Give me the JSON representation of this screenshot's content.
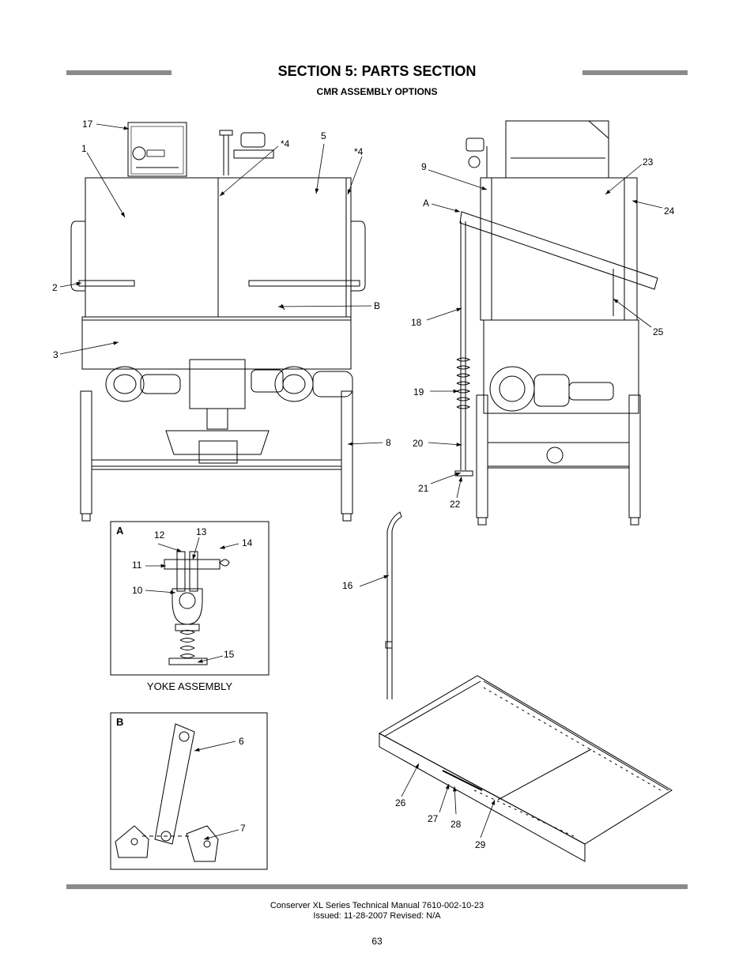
{
  "header": {
    "title": "SECTION 5: PARTS SECTION",
    "subtitle": "CMR ASSEMBLY OPTIONS"
  },
  "callouts": {
    "c17": "17",
    "c1": "1",
    "c4a": "*4",
    "c5": "5",
    "c4b": "*4",
    "c2": "2",
    "cB": "B",
    "c3": "3",
    "c8": "8",
    "c9": "9",
    "c23": "23",
    "cA": "A",
    "c24": "24",
    "c18": "18",
    "c25": "25",
    "c19": "19",
    "c20": "20",
    "c21": "21",
    "c22": "22",
    "c12": "12",
    "c13": "13",
    "c14": "14",
    "c11": "11",
    "c10": "10",
    "c15": "15",
    "c16": "16",
    "c6": "6",
    "c7": "7",
    "c26": "26",
    "c27": "27",
    "c28": "28",
    "c29": "29"
  },
  "detail_boxes": {
    "a_label": "A",
    "a_caption": "YOKE ASSEMBLY",
    "b_label": "B"
  },
  "footer": {
    "manual": "Conserver XL Series Technical Manual 7610-002-10-23",
    "issued": "Issued: 11-28-2007  Revised: N/A",
    "page": "63"
  },
  "colors": {
    "rule": "#8a8a8a",
    "line": "#000000"
  }
}
